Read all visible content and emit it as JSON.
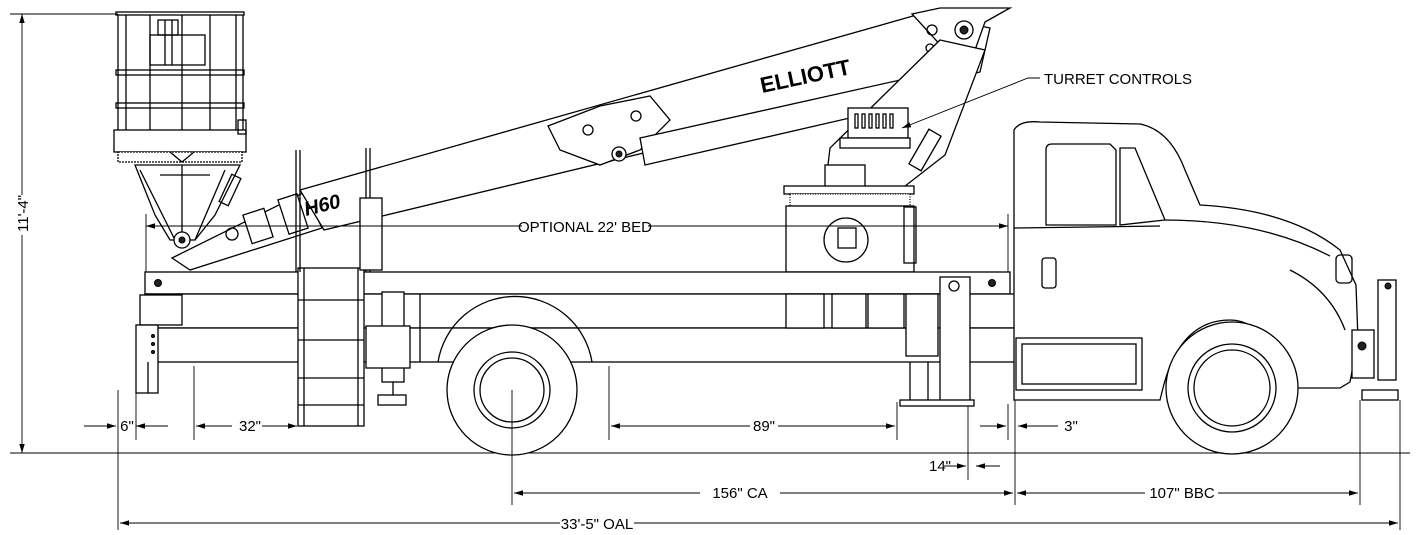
{
  "brand": "ELLIOTT",
  "model": "H60",
  "callouts": {
    "turret_controls": "TURRET CONTROLS",
    "optional_bed": "OPTIONAL 22' BED"
  },
  "dimensions": {
    "height": "11'-4\"",
    "rear_overhang": "6\"",
    "ladder_offset": "32\"",
    "outrigger_spacing": "89\"",
    "front_clearance": "3\"",
    "outrigger_to_cab": "14\"",
    "cab_to_axle": "156\" CA",
    "bumper_to_cab": "107\" BBC",
    "overall_length": "33'-5\" OAL"
  }
}
